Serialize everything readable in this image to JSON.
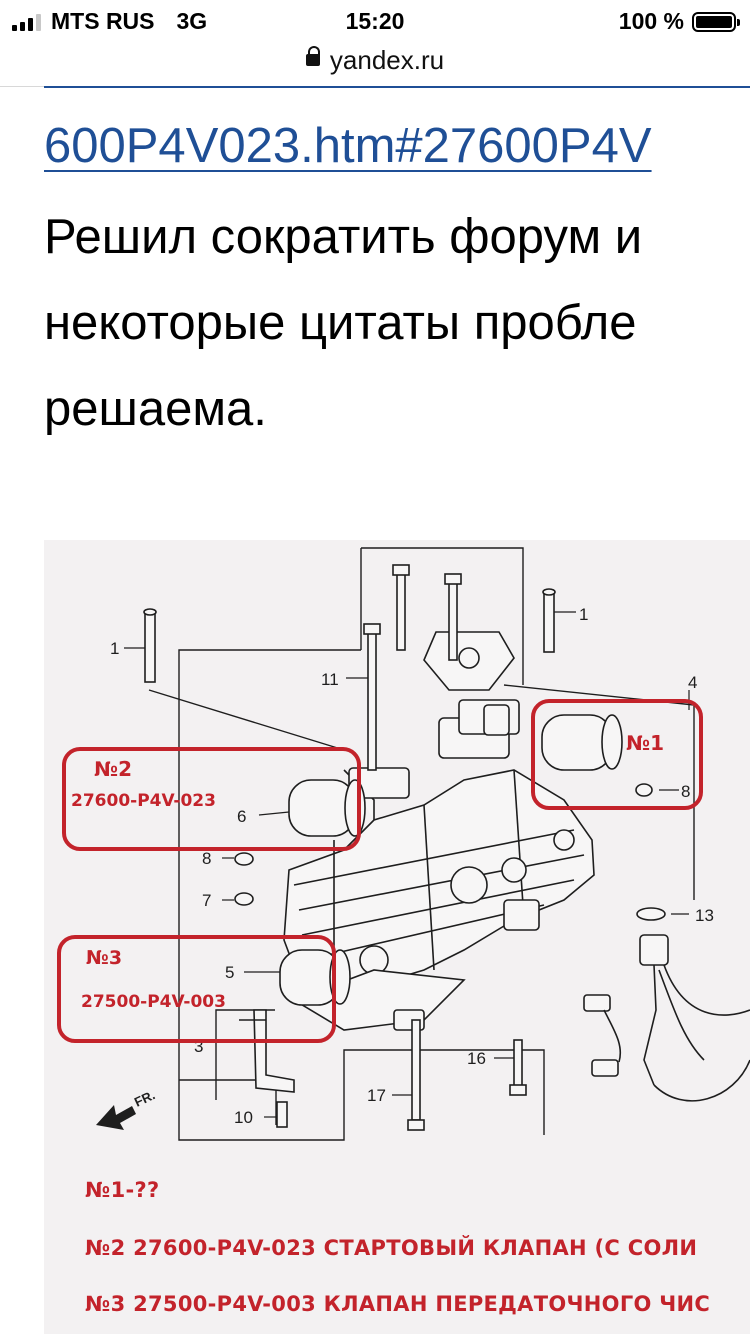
{
  "status_bar": {
    "carrier": "MTS RUS",
    "network": "3G",
    "time": "15:20",
    "battery": "100 %",
    "battery_level": 1.0
  },
  "address_bar": {
    "domain": "yandex.ru"
  },
  "article": {
    "link_text": "600P4V023.htm#27600P4V",
    "paragraph_lines": [
      "Решил сократить форум и",
      "некоторые цитаты пробле",
      "решаема."
    ]
  },
  "diagram": {
    "callouts": {
      "no1": "№1",
      "no2_title": "№2",
      "no2_part": "27600-P4V-023",
      "no3_title": "№3",
      "no3_part": "27500-P4V-003"
    },
    "part_numbers": [
      "1",
      "1",
      "11",
      "4",
      "6",
      "8",
      "8",
      "7",
      "5",
      "13",
      "16",
      "17",
      "10",
      "3"
    ],
    "direction_label": "FR.",
    "captions": [
      "№1-??",
      "№2 27600-P4V-023 СТАРТОВЫЙ КЛАПАН (С СОЛИ",
      "№3 27500-P4V-003 КЛАПАН ПЕРЕДАТОЧНОГО ЧИС"
    ],
    "colors": {
      "callout_red": "#c3232b",
      "line_art": "#1e1e1e",
      "background": "#f3f1f2"
    }
  }
}
